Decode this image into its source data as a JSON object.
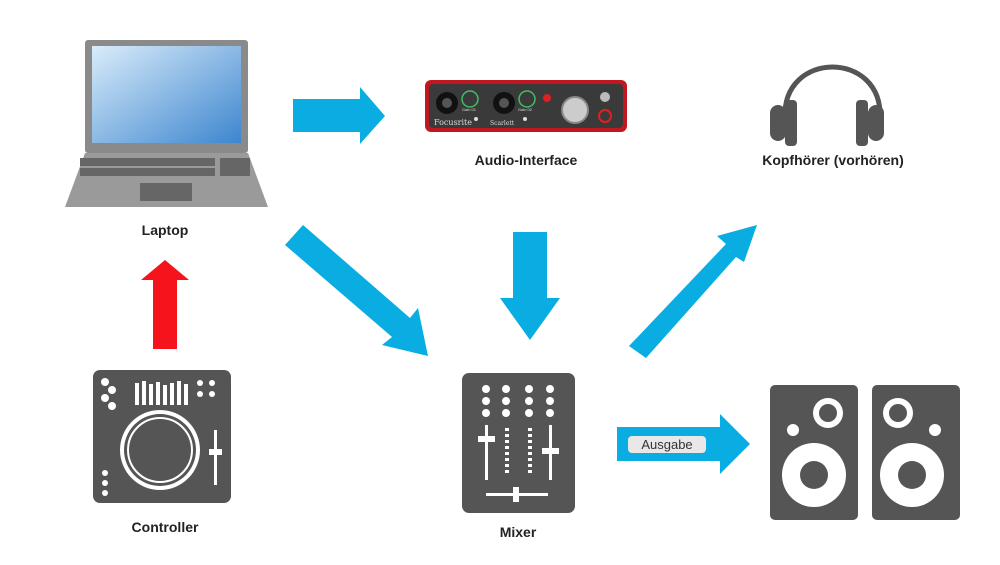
{
  "nodes": {
    "laptop": {
      "label": "Laptop"
    },
    "audio_interface": {
      "label": "Audio-Interface",
      "brand": "Focusrite",
      "model": "Scarlett",
      "gain1": "Gain 01",
      "gain2": "Gain 02"
    },
    "headphones": {
      "label": "Kopfhörer (vorhören)"
    },
    "controller": {
      "label": "Controller"
    },
    "mixer": {
      "label": "Mixer"
    },
    "speakers": {
      "label": ""
    }
  },
  "edges": [
    {
      "from": "laptop",
      "to": "audio_interface",
      "color": "#0aade2"
    },
    {
      "from": "laptop",
      "to": "mixer",
      "color": "#0aade2"
    },
    {
      "from": "audio_interface",
      "to": "mixer",
      "color": "#0aade2"
    },
    {
      "from": "mixer",
      "to": "headphones",
      "color": "#0aade2"
    },
    {
      "from": "mixer",
      "to": "speakers",
      "color": "#0aade2",
      "label": "Ausgabe"
    },
    {
      "from": "controller",
      "to": "laptop",
      "color": "#f5141c"
    }
  ],
  "colors": {
    "device": "#555555",
    "arrow": "#0aade2",
    "control_arrow": "#f5141c"
  }
}
